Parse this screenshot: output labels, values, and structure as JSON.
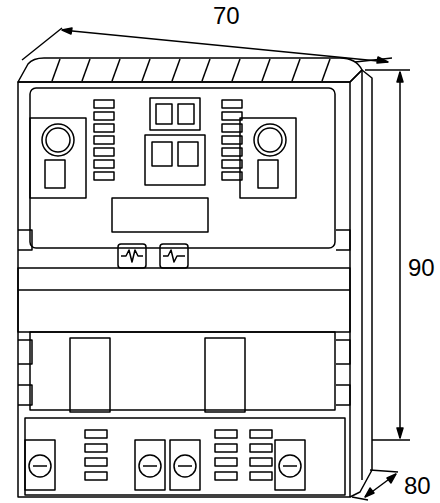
{
  "diagram": {
    "labels": [
      "70",
      "90",
      "80"
    ]
  }
}
